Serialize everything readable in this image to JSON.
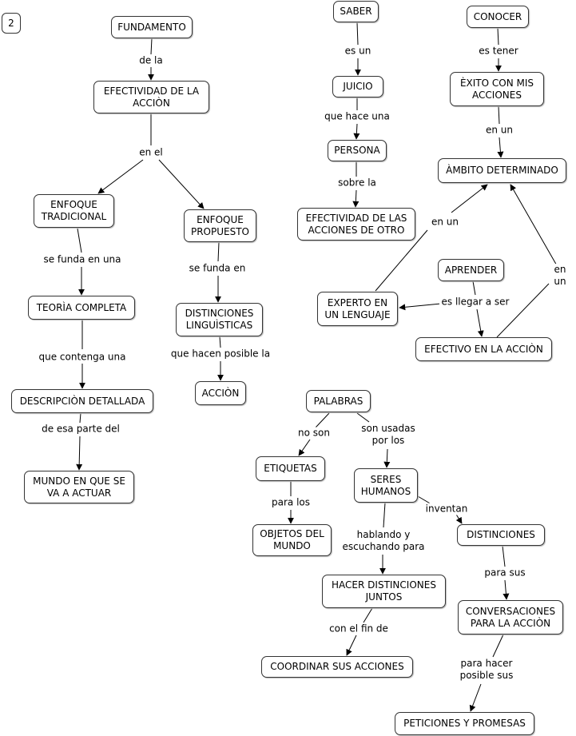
{
  "page_number": "2",
  "nodes": {
    "fundamento": "FUNDAMENTO",
    "efectividad_accion": "EFECTIVIDAD DE LA\nACCIÒN",
    "enfoque_tradicional": "ENFOQUE\nTRADICIONAL",
    "enfoque_propuesto": "ENFOQUE\nPROPUESTO",
    "teoria_completa": "TEORÌA COMPLETA",
    "descripcion_detallada": "DESCRIPCIÒN DETALLADA",
    "mundo": "MUNDO EN QUE SE\nVA A ACTUAR",
    "distinciones_linguisticas": "DISTINCIONES\nLINGUÌSTICAS",
    "accion": "ACCIÒN",
    "saber": "SABER",
    "juicio": "JUICIO",
    "persona": "PERSONA",
    "efectividad_otro": "EFECTIVIDAD DE LAS\nACCIONES DE OTRO",
    "conocer": "CONOCER",
    "exito": "ÈXITO CON MIS\nACCIONES",
    "ambito": "ÀMBITO DETERMINADO",
    "aprender": "APRENDER",
    "experto": "EXPERTO EN\nUN LENGUAJE",
    "efectivo": "EFECTIVO EN LA ACCIÒN",
    "palabras": "PALABRAS",
    "etiquetas": "ETIQUETAS",
    "objetos": "OBJETOS DEL\nMUNDO",
    "seres": "SERES\nHUMANOS",
    "distinciones": "DISTINCIONES",
    "hacer_distinciones": "HACER DISTINCIONES\nJUNTOS",
    "coordinar": "COORDINAR SUS ACCIONES",
    "conversaciones": "CONVERSACIONES\nPARA LA ACCIÒN",
    "peticiones": "PETICIONES Y PROMESAS"
  },
  "labels": {
    "de_la": "de la",
    "en_el": "en el",
    "se_funda_en_una": "se funda en una",
    "se_funda_en": "se funda en",
    "que_contenga_una": "que contenga una",
    "que_hacen_posible_la": "que hacen posible la",
    "de_esa_parte_del": "de esa parte del",
    "es_un_1": "es un",
    "que_hace_una": "que hace una",
    "sobre_la": "sobre la",
    "es_tener": "es tener",
    "en_un_1": "en un",
    "en_un_2": "en un",
    "en_un_3": "en un",
    "es_llegar_a_ser": "es llegar a ser",
    "no_son": "no son",
    "son_usadas_por_los": "son usadas\npor los",
    "para_los": "para los",
    "inventan": "inventan",
    "hablando_y_escuchando_para": "hablando y\nescuchando para",
    "para_sus": "para sus",
    "con_el_fin_de": "con el fin de",
    "para_hacer_posible_sus": "para hacer\nposible sus"
  }
}
